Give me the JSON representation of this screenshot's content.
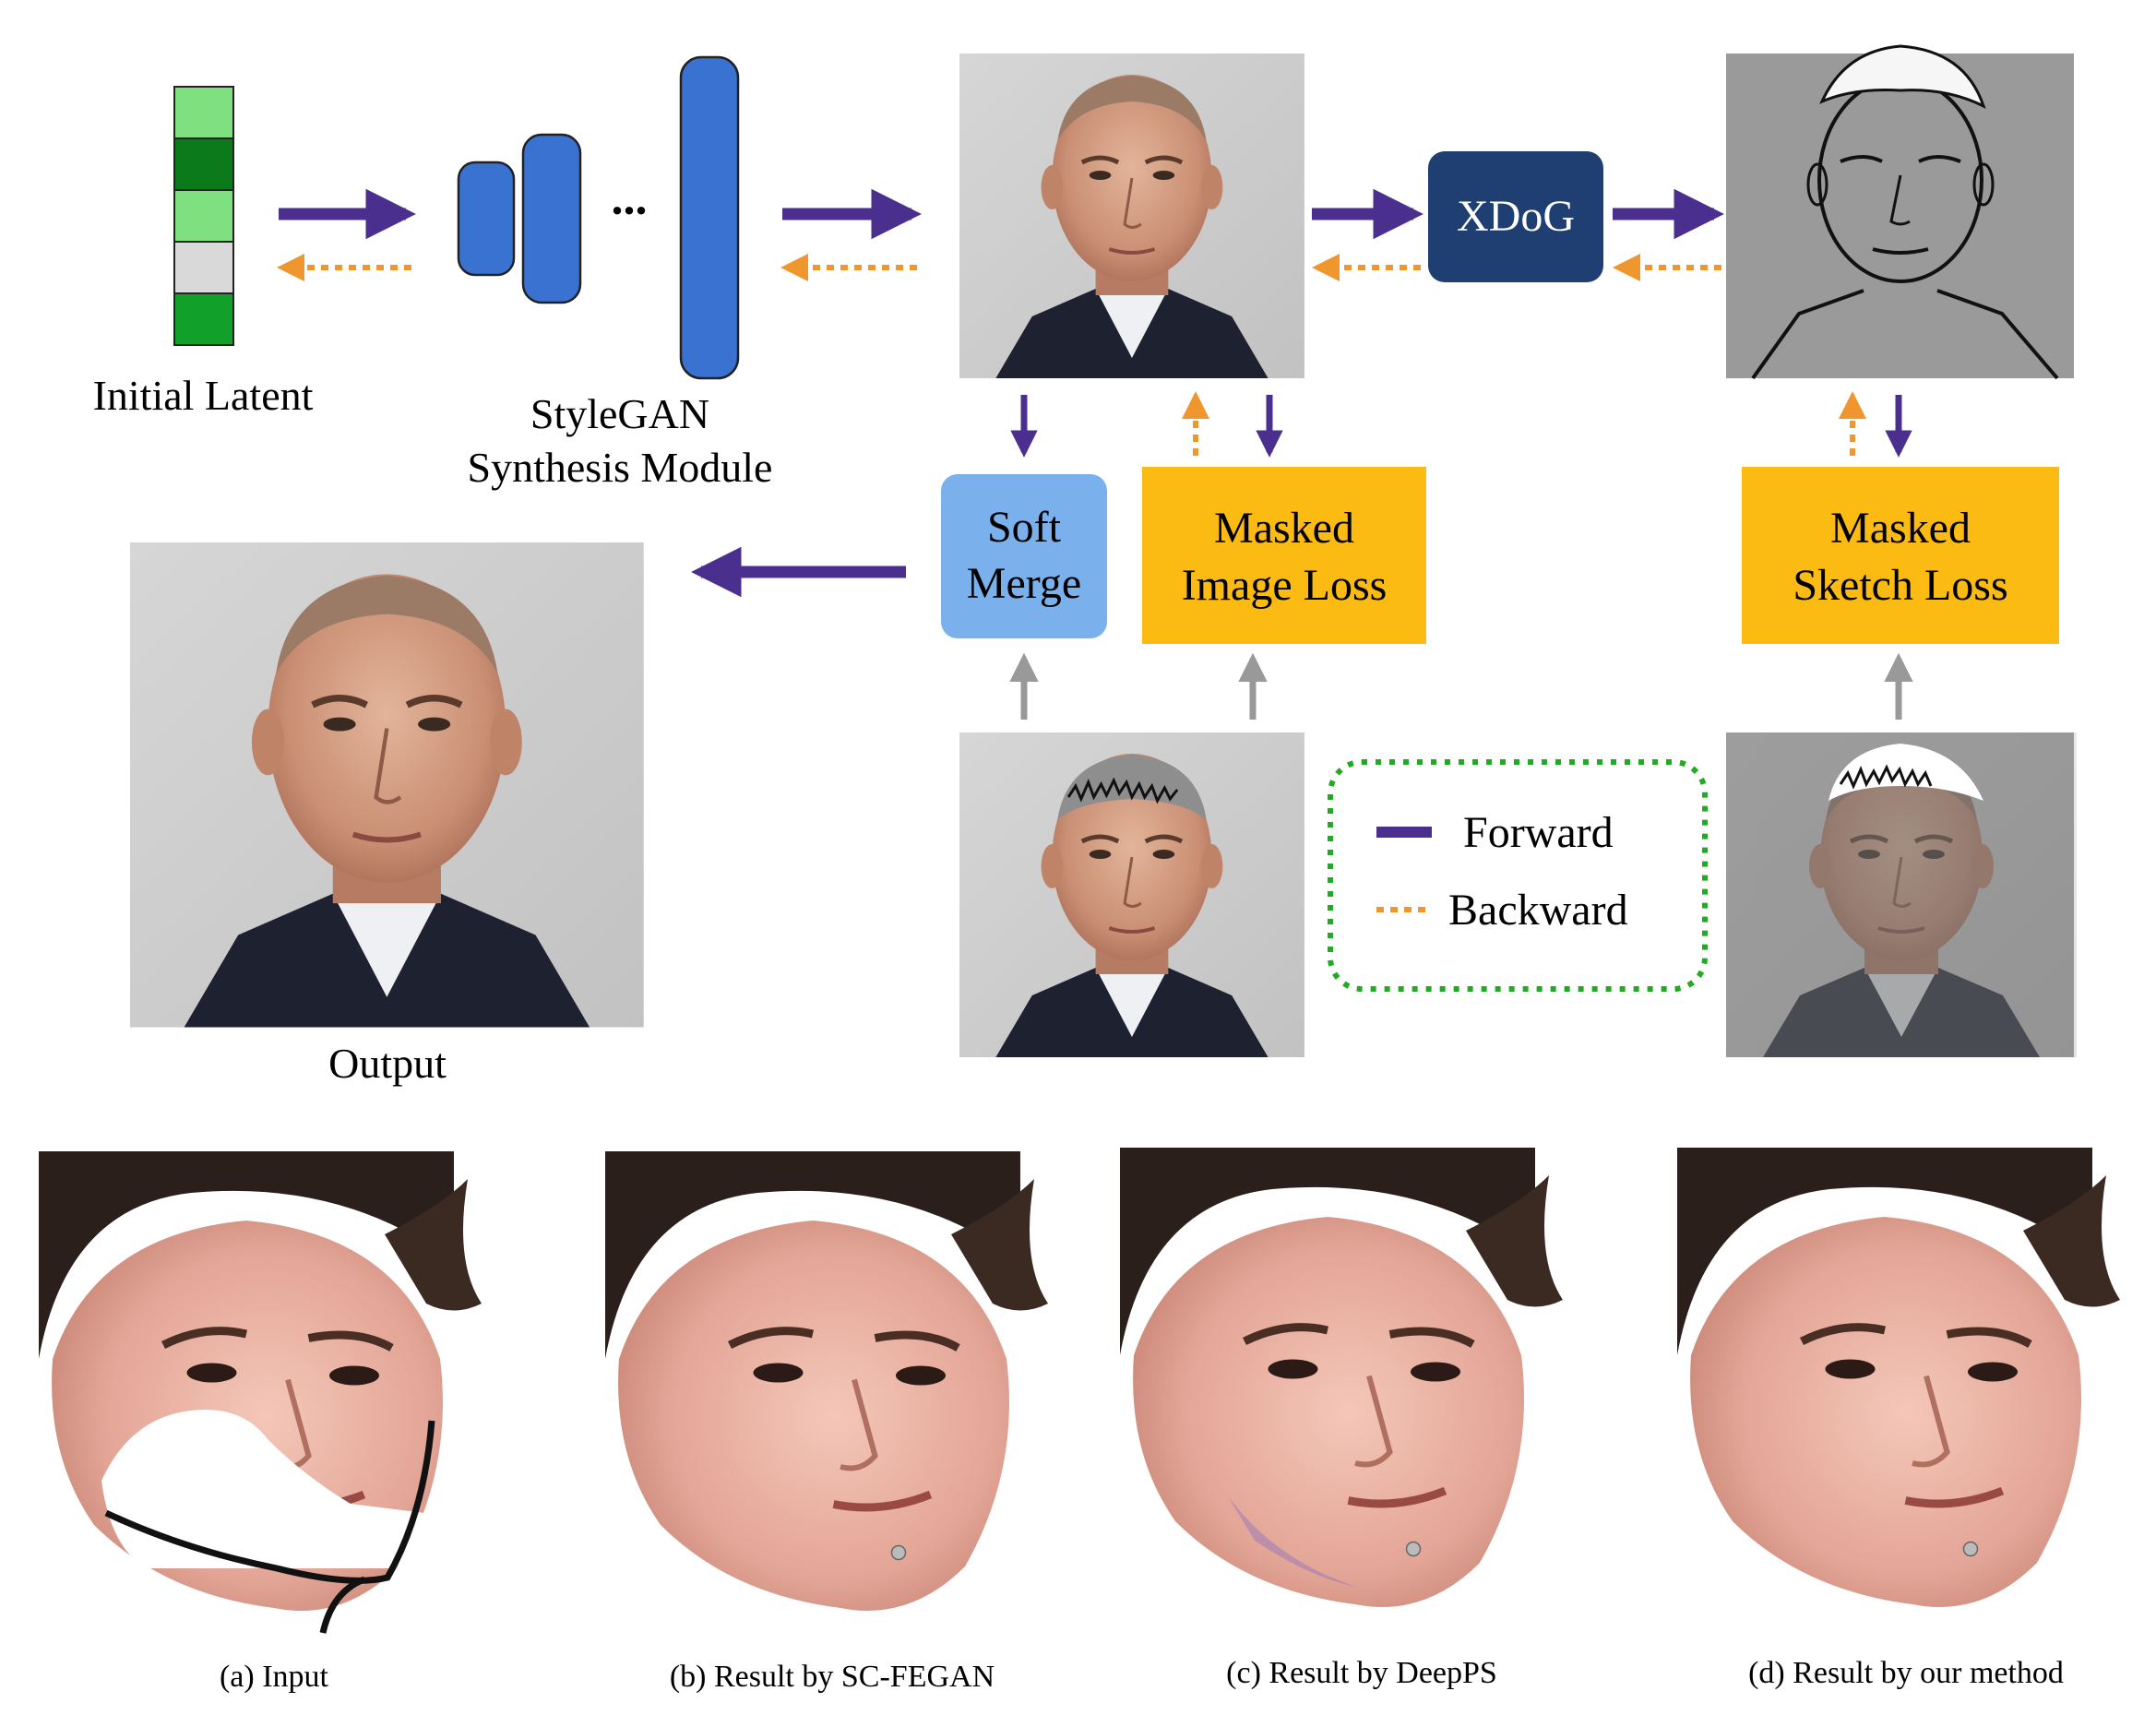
{
  "diagram": {
    "latent_label": "Initial Latent",
    "synthesis_label_line1": "StyleGAN",
    "synthesis_label_line2": "Synthesis Module",
    "ellipsis": "...",
    "xdog_label": "XDoG",
    "soft_merge_line1": "Soft",
    "soft_merge_line2": "Merge",
    "masked_image_loss_line1": "Masked",
    "masked_image_loss_line2": "Image Loss",
    "masked_sketch_loss_line1": "Masked",
    "masked_sketch_loss_line2": "Sketch Loss",
    "output_label": "Output",
    "legend": {
      "forward": "Forward",
      "backward": "Backward"
    }
  },
  "colors": {
    "forward_arrow": "#4b2f8f",
    "backward_arrow": "#f0962f",
    "input_arrow": "#999999",
    "latent_light_green": "#7fe07f",
    "latent_dark_green": "#0a7a1a",
    "latent_mid_green": "#11a02a",
    "latent_gray": "#d9d9d9",
    "synthesis_blue": "#3a72d2",
    "xdog_navy": "#1f3f73",
    "soft_merge_blue": "#7ab0ec",
    "loss_yellow": "#fbbb13",
    "legend_border_green": "#22aa22"
  },
  "comparison": {
    "captions": [
      "(a)  Input",
      "(b)  Result by SC-FEGAN",
      "(c)  Result by DeepPS",
      "(d)  Result by our method"
    ]
  }
}
